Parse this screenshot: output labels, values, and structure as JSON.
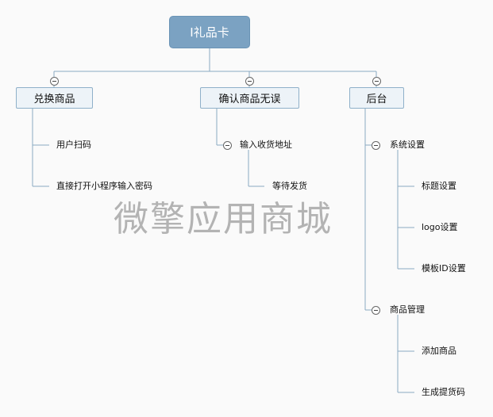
{
  "root": {
    "label": "I礼品卡"
  },
  "branches": [
    {
      "label": "兑换商品",
      "children": [
        {
          "label": "用户扫码"
        },
        {
          "label": "直接打开小程序输入密码"
        }
      ]
    },
    {
      "label": "确认商品无误",
      "children": [
        {
          "label": "输入收货地址",
          "children": [
            {
              "label": "等待发货"
            }
          ]
        }
      ]
    },
    {
      "label": "后台",
      "children": [
        {
          "label": "系统设置",
          "children": [
            {
              "label": "标题设置"
            },
            {
              "label": "logo设置"
            },
            {
              "label": "模板ID设置"
            }
          ]
        },
        {
          "label": "商品管理",
          "children": [
            {
              "label": "添加商品"
            },
            {
              "label": "生成提货码"
            }
          ]
        }
      ]
    }
  ],
  "watermark": "微擎应用商城",
  "colors": {
    "root_fill": "#7ba2c2",
    "node_fill": "#edf3f8",
    "node_border": "#8fb0c9",
    "connector": "#8aa9c2"
  }
}
